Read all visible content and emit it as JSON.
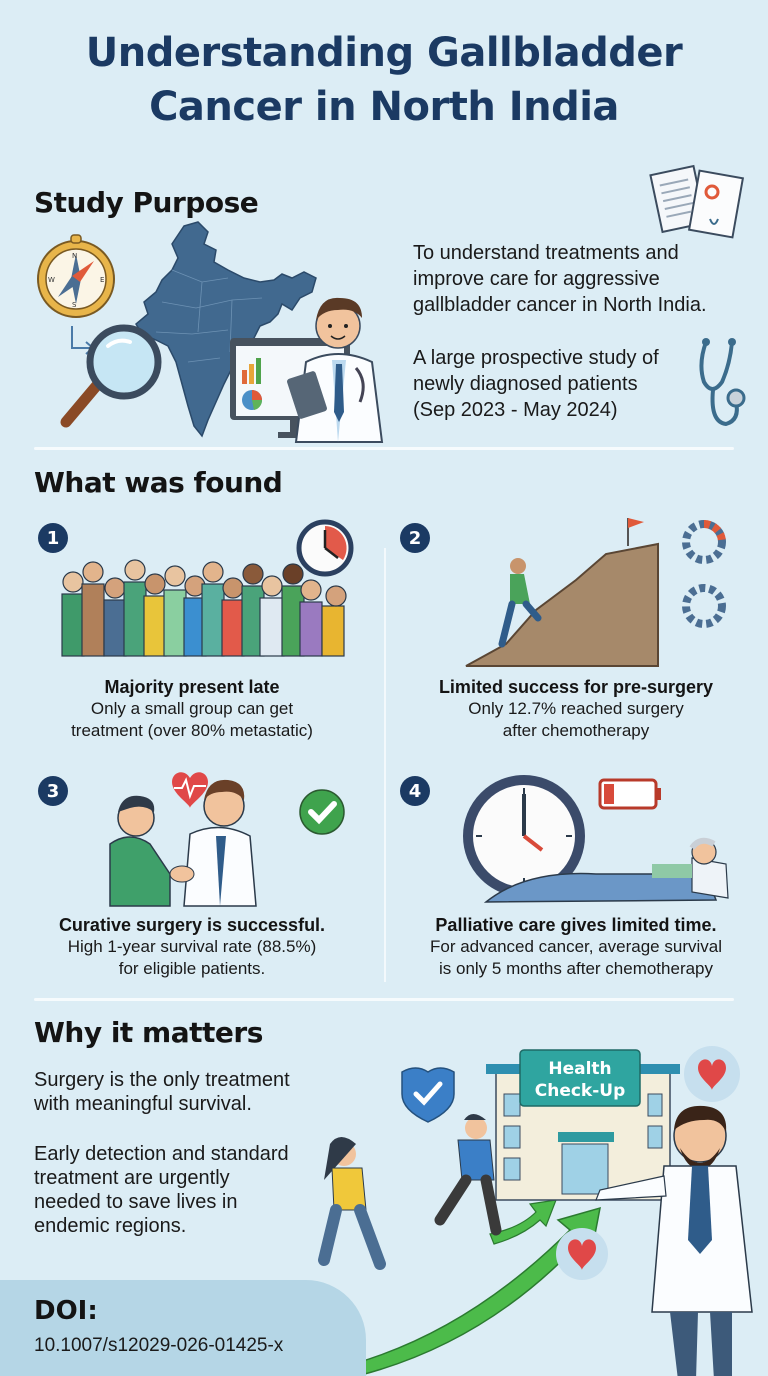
{
  "title": {
    "line1": "Understanding Gallbladder",
    "line2": "Cancer in North India"
  },
  "study_purpose": {
    "heading": "Study Purpose",
    "paragraph1": [
      "To understand treatments and",
      "improve care for aggressive",
      "gallbladder cancer in North India."
    ],
    "paragraph2": [
      "A large prospective study of",
      "newly diagnosed patients",
      "(Sep 2023 - May 2024)"
    ],
    "icons": [
      "compass-icon",
      "india-map",
      "magnifier-icon",
      "doctor-with-tablet",
      "monitor-chart-icon",
      "documents-icon",
      "stethoscope-icon"
    ]
  },
  "findings": {
    "heading": "What was found",
    "items": [
      {
        "number": "1",
        "title": "Majority present late",
        "desc1": "Only a small group can get",
        "desc2": "treatment (over 80% metastatic)",
        "illustration": "crowd-and-clock"
      },
      {
        "number": "2",
        "title": "Limited success for pre-surgery",
        "desc1": "Only 12.7% reached surgery",
        "desc2": "after chemotherapy",
        "illustration": "climber-and-gears"
      },
      {
        "number": "3",
        "title": "Curative surgery is successful.",
        "desc1": "High 1-year survival rate (88.5%)",
        "desc2": "for eligible patients.",
        "illustration": "handshake-heart-check"
      },
      {
        "number": "4",
        "title": "Palliative care gives limited time.",
        "desc1": "For advanced cancer, average survival",
        "desc2": "is only 5 months after chemotherapy",
        "illustration": "clock-battery-patient"
      }
    ]
  },
  "why": {
    "heading": "Why it matters",
    "paragraph1": [
      "Surgery is the only treatment",
      "with meaningful survival."
    ],
    "paragraph2": [
      "Early detection and standard",
      "treatment are urgently",
      "needed to save lives in",
      "endemic regions."
    ],
    "sign_line1": "Health",
    "sign_line2": "Check-Up"
  },
  "doi": {
    "label": "DOI:",
    "value": "10.1007/s12029-026-01425-x"
  },
  "colors": {
    "background": "#dcedf5",
    "title": "#1b3a63",
    "badge": "#1b3a63",
    "doi_box": "#b5d6e6",
    "heart": "#e04848",
    "check_green": "#3fa34d",
    "arrow_green": "#4cbb4a",
    "sign_teal": "#2fa5a0"
  }
}
